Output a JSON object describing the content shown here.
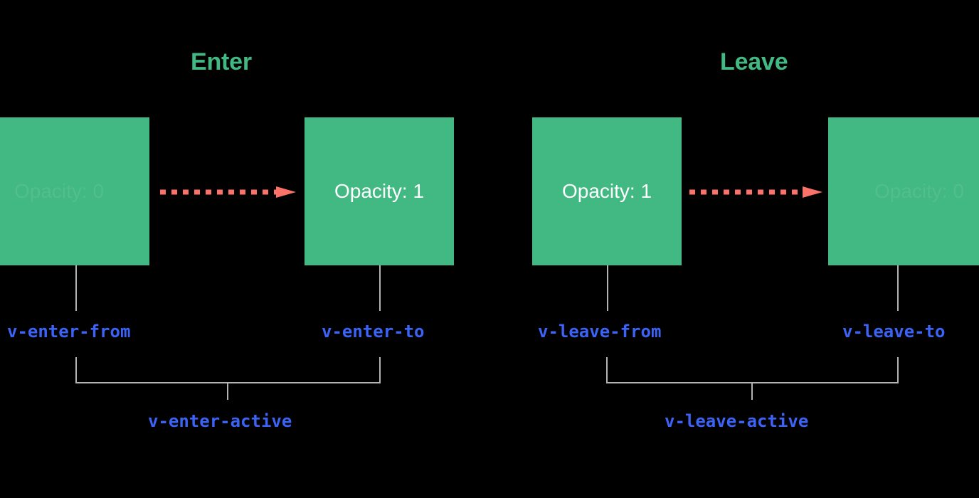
{
  "diagram": {
    "title_enter": "Enter",
    "title_leave": "Leave",
    "colors": {
      "background": "#000000",
      "box_fill": "#42b883",
      "heading": "#42b883",
      "class_label": "#3b63f5",
      "connector": "#b3b3b3",
      "arrow": "#fa7268",
      "box_text": "#ffffff"
    },
    "sections": [
      {
        "name": "enter",
        "heading": "Enter",
        "states": [
          {
            "box_text": "Opacity: 0",
            "faded": true,
            "class_label": "v-enter-from"
          },
          {
            "box_text": "Opacity: 1",
            "faded": false,
            "class_label": "v-enter-to"
          }
        ],
        "active_label": "v-enter-active",
        "arrow": "dashed-arrow-right-icon"
      },
      {
        "name": "leave",
        "heading": "Leave",
        "states": [
          {
            "box_text": "Opacity: 1",
            "faded": false,
            "class_label": "v-leave-from"
          },
          {
            "box_text": "Opacity: 0",
            "faded": true,
            "class_label": "v-leave-to"
          }
        ],
        "active_label": "v-leave-active",
        "arrow": "dashed-arrow-right-icon"
      }
    ]
  }
}
